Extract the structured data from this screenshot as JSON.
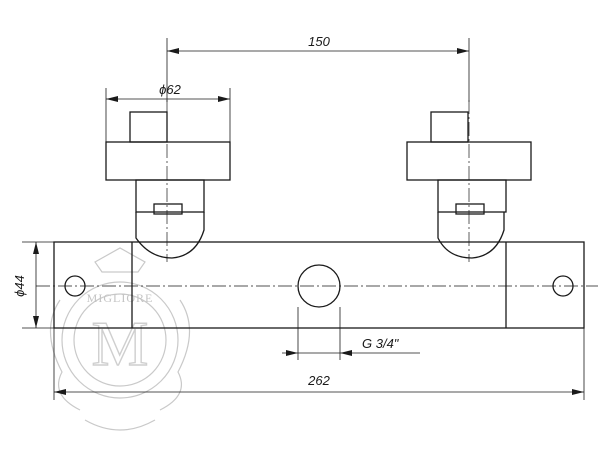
{
  "dimensions": {
    "handle_spacing": "150",
    "handle_diameter": "ϕ62",
    "body_diameter": "ϕ44",
    "inlet_thread": "G 3/4\"",
    "overall_length": "262"
  },
  "watermark": {
    "brand": "MIGLIORE",
    "monogram": "M"
  }
}
